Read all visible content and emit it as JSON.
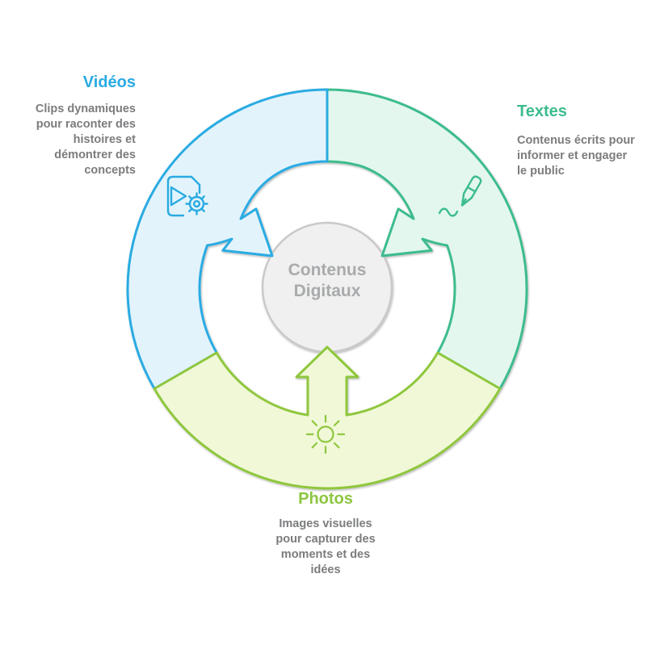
{
  "diagram": {
    "center": {
      "label": "Contenus\nDigitaux",
      "fill": "#F0F0F0",
      "stroke": "#C9C9C9",
      "text_color": "#A8AAAC"
    },
    "background_color": "#FFFFFF",
    "sections": {
      "videos": {
        "title": "Vidéos",
        "description": "Clips dynamiques\npour raconter des\nhistoires et\ndémontrer des\nconcepts",
        "color": "#29ABE2",
        "fill": "#E3F3FB",
        "icon": "video-file-gear-icon"
      },
      "textes": {
        "title": "Textes",
        "description": "Contenus écrits pour\ninformer et engager\nle public",
        "color": "#3CBC8D",
        "fill": "#E3F7EE",
        "icon": "pen-writing-icon"
      },
      "photos": {
        "title": "Photos",
        "description": "Images visuelles\npour capturer des\nmoments et des\nidées",
        "color": "#8FC73E",
        "fill": "#F0F8D7",
        "icon": "sun-icon"
      }
    },
    "description_text_color": "#7B7C7E"
  }
}
